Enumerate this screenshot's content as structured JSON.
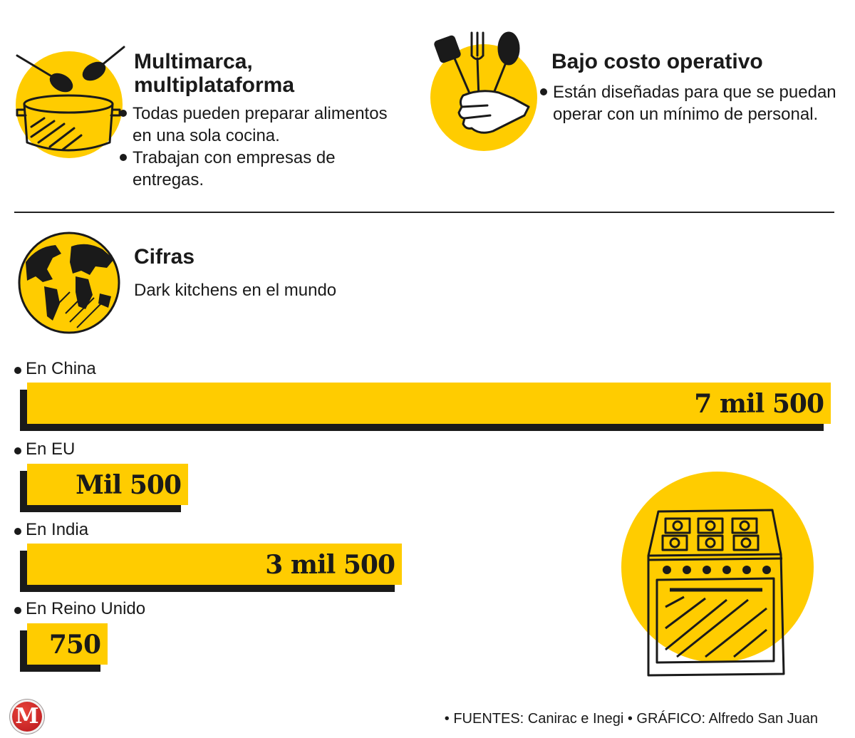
{
  "sections": [
    {
      "title": "Multimarca, multiplataforma",
      "bullets": [
        "Todas pueden preparar alimentos en una sola cocina.",
        "Trabajan con empresas de entregas."
      ],
      "icon": "pot-with-spoons-icon"
    },
    {
      "title": "Bajo costo operativo",
      "bullets": [
        "Están diseñadas para que se puedan operar con un mínimo de personal."
      ],
      "icon": "hand-holding-utensils-icon"
    }
  ],
  "figures": {
    "title": "Cifras",
    "subtitle": "Dark kitchens en el mundo",
    "icon": "globe-icon"
  },
  "chart_data": {
    "type": "bar",
    "orientation": "horizontal",
    "title": "Dark kitchens en el mundo",
    "categories": [
      "En China",
      "En EU",
      "En India",
      "En Reino Unido"
    ],
    "values": [
      7500,
      1500,
      3500,
      750
    ],
    "value_labels": [
      "7 mil 500",
      "Mil 500",
      "3 mil 500",
      "750"
    ],
    "xlabel": "",
    "ylabel": "",
    "xlim": [
      0,
      7500
    ],
    "grid": false,
    "bar_color": "#ffcc00",
    "shadow_color": "#1a1a1a"
  },
  "stove_icon": "stove-oven-icon",
  "footer": {
    "text": "• FUENTES: Canirac e Inegi • GRÁFICO: Alfredo San Juan",
    "logo_letter": "M"
  },
  "colors": {
    "accent": "#ffcc00",
    "ink": "#1a1a1a",
    "logo": "#c8161d"
  }
}
